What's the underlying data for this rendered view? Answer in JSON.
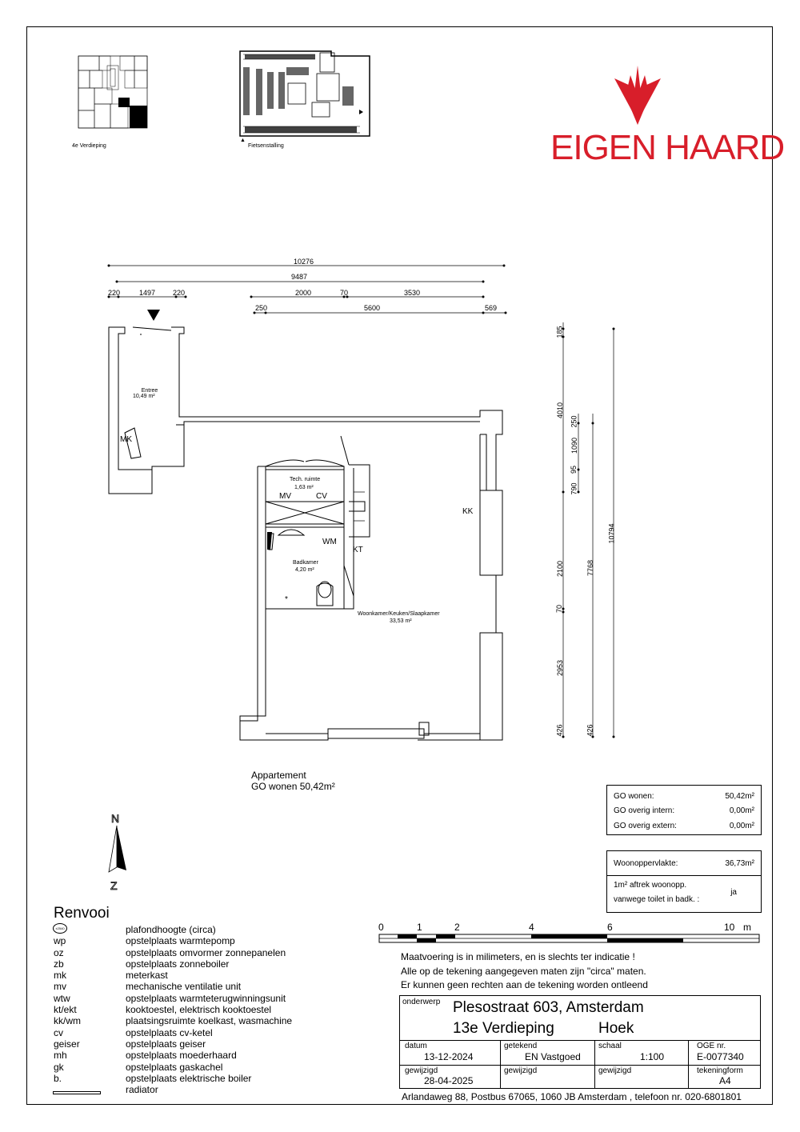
{
  "thumbnails": {
    "floor_label": "4e Verdieping",
    "bike_label": "Fietsenstalling"
  },
  "logo": {
    "text": "EIGEN HAARD",
    "color": "#d81e2a"
  },
  "dimensions": {
    "top": [
      "10276",
      "9487",
      "220",
      "1497",
      "220",
      "2000",
      "70",
      "3530",
      "250",
      "5600",
      "569"
    ],
    "right": [
      "185",
      "4010",
      "250",
      "1090",
      "95",
      "790",
      "2100",
      "70",
      "2953",
      "426",
      "7768",
      "426",
      "10794"
    ]
  },
  "rooms": {
    "entree_name": "Entree",
    "entree_area": "10,49 m²",
    "mk": "MK",
    "tech_name": "Tech. ruimte",
    "tech_area": "1,63 m²",
    "mv": "MV",
    "cv": "CV",
    "wm": "WM",
    "kt": "KT",
    "kk": "KK",
    "bath_name": "Badkamer",
    "bath_area": "4,20 m²",
    "living_name": "Woonkamer/Keuken/Slaapkamer",
    "living_area": "33,53 m²"
  },
  "apartment": {
    "line1": "Appartement",
    "line2": "GO wonen 50,42m²"
  },
  "compass": {
    "n": "N",
    "z": "Z"
  },
  "areas": {
    "go_wonen_label": "GO wonen:",
    "go_wonen_value": "50,42m²",
    "go_intern_label": "GO overig intern:",
    "go_intern_value": "0,00m²",
    "go_extern_label": "GO overig extern:",
    "go_extern_value": "0,00m²",
    "woonopp_label": "Woonoppervlakte:",
    "woonopp_value": "36,73m²",
    "aftrek_line1": "1m² aftrek woonopp.",
    "aftrek_line2": "vanwege toilet in badk. :",
    "aftrek_value": "ja"
  },
  "legend": {
    "title": "Renvooi",
    "symbol_text": "±2540",
    "items": [
      {
        "k": "",
        "v": "plafondhoogte (circa)"
      },
      {
        "k": "wp",
        "v": "opstelplaats warmtepomp"
      },
      {
        "k": "oz",
        "v": "opstelplaats omvormer zonnepanelen"
      },
      {
        "k": "zb",
        "v": "opstelplaats zonneboiler"
      },
      {
        "k": "mk",
        "v": "meterkast"
      },
      {
        "k": "mv",
        "v": "mechanische ventilatie unit"
      },
      {
        "k": "wtw",
        "v": "opstelplaats warmteterugwinningsunit"
      },
      {
        "k": "kt/ekt",
        "v": "kooktoestel, elektrisch kooktoestel"
      },
      {
        "k": "kk/wm",
        "v": "plaatsingsruimte koelkast, wasmachine"
      },
      {
        "k": "cv",
        "v": "opstelplaats cv-ketel"
      },
      {
        "k": "geiser",
        "v": "opstelplaats geiser"
      },
      {
        "k": "mh",
        "v": "opstelplaats moederhaard"
      },
      {
        "k": "gk",
        "v": "opstelplaats gaskachel"
      },
      {
        "k": "b.",
        "v": "opstelplaats elektrische boiler"
      },
      {
        "k": "",
        "v": "radiator"
      }
    ]
  },
  "scale_bar": {
    "ticks": [
      "0",
      "1",
      "2",
      "4",
      "6",
      "10"
    ],
    "unit": "m"
  },
  "notes": [
    "Maatvoering is in milimeters, en is slechts ter indicatie !",
    "Alle op de tekening aangegeven maten zijn \"circa\" maten.",
    "Er kunnen geen rechten aan de tekening worden ontleend"
  ],
  "titleblock": {
    "onderwerp_label": "onderwerp",
    "address": "Plesostraat 603, Amsterdam",
    "floor": "13e Verdieping",
    "position": "Hoek",
    "datum_label": "datum",
    "datum": "13-12-2024",
    "getekend_label": "getekend",
    "getekend": "EN Vastgoed",
    "schaal_label": "schaal",
    "schaal": "1:100",
    "oge_label": "OGE nr.",
    "oge": "E-0077340",
    "gewijzigd_label": "gewijzigd",
    "gewijzigd": "28-04-2025",
    "gewijzigd2_label": "gewijzigd",
    "gewijzigd3_label": "gewijzigd",
    "tekeningform_label": "tekeningform",
    "tekeningform": "A4",
    "footer": "Arlandaweg 88, Postbus 67065, 1060 JB Amsterdam , telefoon nr. 020-6801801"
  }
}
